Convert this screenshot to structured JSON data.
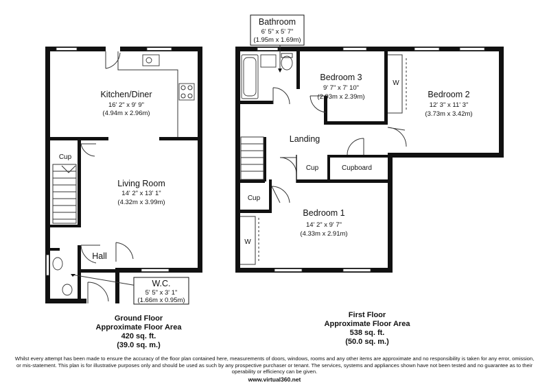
{
  "ground_floor": {
    "rooms": {
      "kitchen": {
        "name": "Kitchen/Diner",
        "imperial": "16' 2\" x 9' 9\"",
        "metric": "(4.94m x 2.96m)"
      },
      "living": {
        "name": "Living Room",
        "imperial": "14' 2\" x 13' 1\"",
        "metric": "(4.32m x 3.99m)"
      },
      "cup": {
        "name": "Cup"
      },
      "hall": {
        "name": "Hall"
      },
      "wc": {
        "name": "W.C.",
        "imperial": "5' 5\" x 3' 1\"",
        "metric": "(1.66m x 0.95m)"
      }
    },
    "caption": {
      "line1": "Ground Floor",
      "line2": "Approximate Floor Area",
      "line3": "420 sq. ft.",
      "line4": "(39.0 sq. m.)"
    }
  },
  "first_floor": {
    "rooms": {
      "bathroom": {
        "name": "Bathroom",
        "imperial": "6' 5\" x 5' 7\"",
        "metric": "(1.95m x 1.69m)"
      },
      "bedroom3": {
        "name": "Bedroom 3",
        "imperial": "9' 7\" x 7' 10\"",
        "metric": "(2.93m x 2.39m)"
      },
      "bedroom2": {
        "name": "Bedroom 2",
        "imperial": "12' 3\" x 11' 3\"",
        "metric": "(3.73m x 3.42m)"
      },
      "landing": {
        "name": "Landing"
      },
      "cup1": {
        "name": "Cup"
      },
      "cupboard": {
        "name": "Cupboard"
      },
      "cup2": {
        "name": "Cup"
      },
      "bedroom1": {
        "name": "Bedroom 1",
        "imperial": "14' 2\" x 9' 7\"",
        "metric": "(4.33m x 2.91m)"
      },
      "wardrobe1": {
        "name": "W"
      },
      "wardrobe2": {
        "name": "W"
      }
    },
    "caption": {
      "line1": "First Floor",
      "line2": "Approximate Floor Area",
      "line3": "538 sq. ft.",
      "line4": "(50.0 sq. m.)"
    }
  },
  "disclaimer": "Whilst every attempt has been made to ensure the accuracy of the floor plan contained here, measurements of doors, windows, rooms and any other items are approximate and no responsibility is taken for any error, omission, or mis-statement. This plan is for illustrative purposes only and should be used as such by any prospective purchaser or tenant. The services, systems and appliances shown have not been tested and no guarantee as to their operability or efficiency can be given.",
  "website": "www.virtual360.net"
}
